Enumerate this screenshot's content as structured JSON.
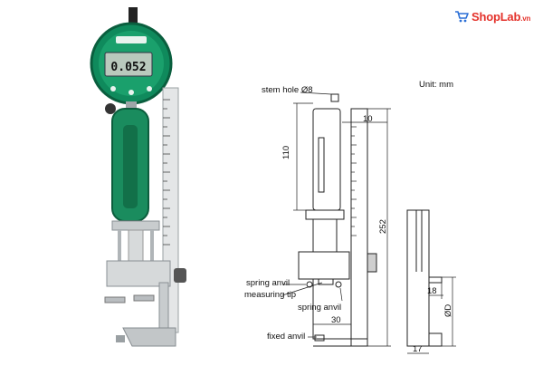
{
  "brand": {
    "name": "ShopLab",
    "domain_suffix": ".vn"
  },
  "photo": {
    "display_reading": "0.052"
  },
  "diagram": {
    "unit_label": "Unit: mm",
    "labels": {
      "stem_hole": "stem hole Ø8",
      "spring_anvil_left": "spring anvil",
      "measuring_tip": "measuring tip",
      "spring_anvil_right": "spring anvil",
      "fixed_anvil": "fixed anvil"
    },
    "dimensions": {
      "d_110": "110",
      "d_10": "10",
      "d_252": "252",
      "d_30": "30",
      "d_18": "18",
      "d_phiD": "ØD",
      "d_17": "17"
    }
  }
}
